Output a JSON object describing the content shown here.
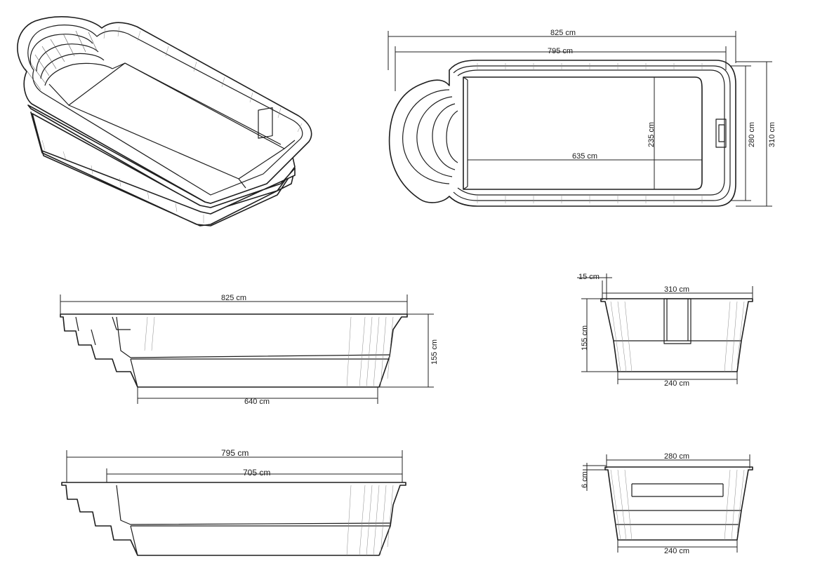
{
  "views": {
    "plan": {
      "overall_length": "825 cm",
      "inner_length": "795 cm",
      "flat_floor_length": "635 cm",
      "floor_width": "235 cm",
      "inner_width": "280 cm",
      "overall_width": "310 cm"
    },
    "side": {
      "overall_length": "825 cm",
      "depth": "155 cm",
      "bottom_length": "640 cm"
    },
    "end": {
      "rim": "15 cm",
      "top_width": "310 cm",
      "depth": "155 cm",
      "bottom_width": "240 cm"
    },
    "section": {
      "inner_length": "795 cm",
      "main_length": "705 cm"
    },
    "end_section": {
      "top_width": "280 cm",
      "rim": "6 cm",
      "bottom_width": "240 cm"
    }
  },
  "colors": {
    "line": "#1e1e1e",
    "hatch": "#8a8a8a",
    "background": "#ffffff"
  }
}
